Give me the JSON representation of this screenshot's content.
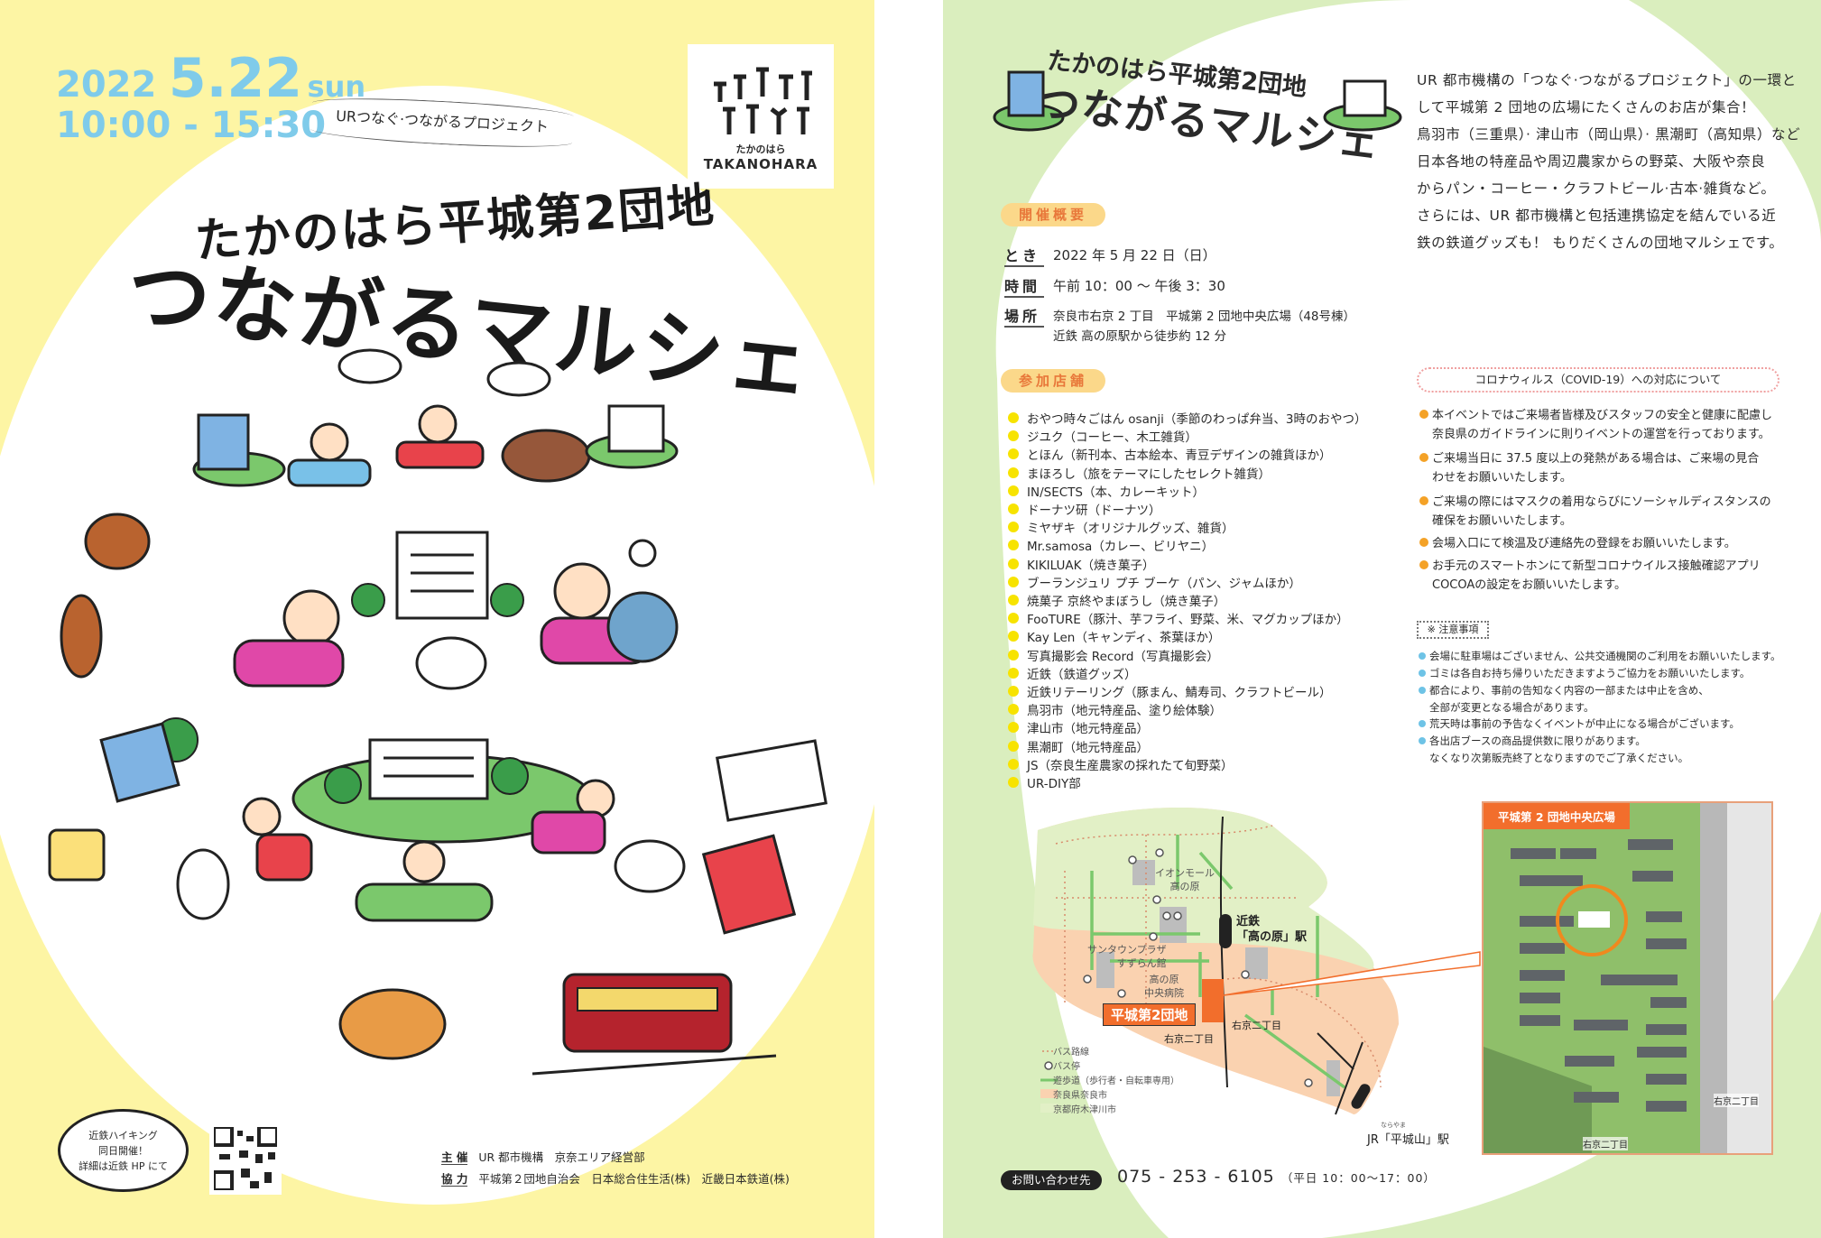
{
  "left": {
    "date_year": "2022",
    "date_md": "5.22",
    "date_dow": "sun",
    "time": "10:00 - 15:30",
    "project": "URつなぐ·つながるプロジェクト",
    "title_line1": "たかのはら平城第2団地",
    "title_line2": "つながるマルシェ",
    "logo_kana": "たかのはら",
    "logo_en": "TAKANOHARA",
    "bubble": [
      "近鉄ハイキング",
      "同日開催！",
      "詳細は近鉄 HP にて"
    ],
    "organizer_label": "主 催",
    "organizer": "UR 都市機構　京奈エリア経営部",
    "coop_label": "協 力",
    "coop": "平城第２団地自治会　日本総合住生活(株)　近畿日本鉄道(株)"
  },
  "right": {
    "title_small": "たかのはら平城第2団地",
    "title_big": "つながるマルシェ",
    "intro": [
      "UR 都市機構の「つなぐ·つながるプロジェクト」の一環と",
      "して平城第 2 団地の広場にたくさんのお店が集合！",
      "鳥羽市（三重県）· 津山市（岡山県）· 黒潮町（高知県）など",
      "日本各地の特産品や周辺農家からの野菜、大阪や奈良",
      "からパン・コーヒー・クラフトビール·古本·雑貨など。",
      "さらには、UR 都市機構と包括連携協定を結んでいる近",
      "鉄の鉄道グッズも！ もりだくさんの団地マルシェです。"
    ],
    "overview_heading": "開催概要",
    "overview": [
      {
        "label": "とき",
        "value": "2022 年 5 月 22 日（日）"
      },
      {
        "label": "時間",
        "value": "午前 10：00 〜 午後 3：30"
      },
      {
        "label": "場所",
        "value": "奈良市右京 2 丁目　平城第 2 団地中央広場（48号棟）",
        "value2": "近鉄 高の原駅から徒歩約 12 分"
      }
    ],
    "shops_heading": "参加店舗",
    "shops": [
      "おやつ時々ごはん osanji（季節のわっぱ弁当、3時のおやつ）",
      "ジユク（コーヒー、木工雑貨）",
      "とほん（新刊本、古本絵本、青豆デザインの雑貨ほか）",
      "まほろし（旅をテーマにしたセレクト雑貨）",
      "IN/SECTS（本、カレーキット）",
      "ドーナツ研（ドーナツ）",
      "ミヤザキ（オリジナルグッズ、雑貨）",
      "Mr.samosa（カレー、ビリヤニ）",
      "KIKILUAK（焼き菓子）",
      "ブーランジュリ プチ ブーケ（パン、ジャムほか）",
      "焼菓子 京終やまぼうし（焼き菓子）",
      "FooTURE（豚汁、芋フライ、野菜、米、マグカップほか）",
      "Kay Len（キャンディ、茶葉ほか）",
      "写真撮影会 Record（写真撮影会）",
      "近鉄（鉄道グッズ）",
      "近鉄リテーリング（豚まん、鯖寿司、クラフトビール）",
      "鳥羽市（地元特産品、塗り絵体験）",
      "津山市（地元特産品）",
      "黒潮町（地元特産品）",
      "JS（奈良生産農家の採れたて旬野菜）",
      "UR-DIY部"
    ],
    "covid_heading": "コロナウィルス（COVID-19）への対応について",
    "covid": [
      [
        "本イベントではご来場者皆様及びスタッフの安全と健康に配慮し",
        "奈良県のガイドラインに則りイベントの運営を行っております。"
      ],
      [
        "ご来場当日に 37.5 度以上の発熱がある場合は、ご来場の見合",
        "わせをお願いいたします。"
      ],
      [
        "ご来場の際にはマスクの着用ならびにソーシャルディスタンスの",
        "確保をお願いいたします。"
      ],
      [
        "会場入口にて検温及び連絡先の登録をお願いいたします。"
      ],
      [
        "お手元のスマートホンにて新型コロナウイルス接触確認アプリ",
        "COCOAの設定をお願いいたします。"
      ]
    ],
    "notes_heading": "※ 注意事項",
    "notes": [
      [
        "会場に駐車場はございません、公共交通機関のご利用をお願いいたします。"
      ],
      [
        "ゴミは各自お持ち帰りいただきますようご協力をお願いいたします。"
      ],
      [
        "都合により、事前の告知なく内容の一部または中止を含め、",
        "全部が変更となる場合があります。"
      ],
      [
        "荒天時は事前の予告なくイベントが中止になる場合がございます。"
      ],
      [
        "各出店ブースの商品提供数に限りがあります。",
        "なくなり次第販売終了となりますのでご了承ください。"
      ]
    ],
    "map": {
      "aeon": [
        "イオンモール",
        "高の原"
      ],
      "kintetsu": [
        "近鉄",
        "「高の原」駅"
      ],
      "suntown": [
        "サンタウンプラザ",
        "すずらん館"
      ],
      "hospital": [
        "高の原",
        "中央病院"
      ],
      "site": "平城第2団地",
      "stop1": "右京二丁目",
      "stop2": "右京二丁目",
      "jr_ruby": "ならやま",
      "jr": "JR「平城山」駅",
      "legend": [
        "バス路線",
        "バス停",
        "遊歩道（歩行者・自転車専用）",
        "奈良県奈良市",
        "京都府木津川市"
      ],
      "aerial_label": "平城第 2 団地中央広場",
      "aerial_stop1": "右京二丁目",
      "aerial_stop2": "右京二丁目"
    },
    "contact_label": "お問い合わせ先",
    "contact_phone": "075 - 253 - 6105",
    "contact_hours": "（平日 10：00〜17：00）"
  }
}
